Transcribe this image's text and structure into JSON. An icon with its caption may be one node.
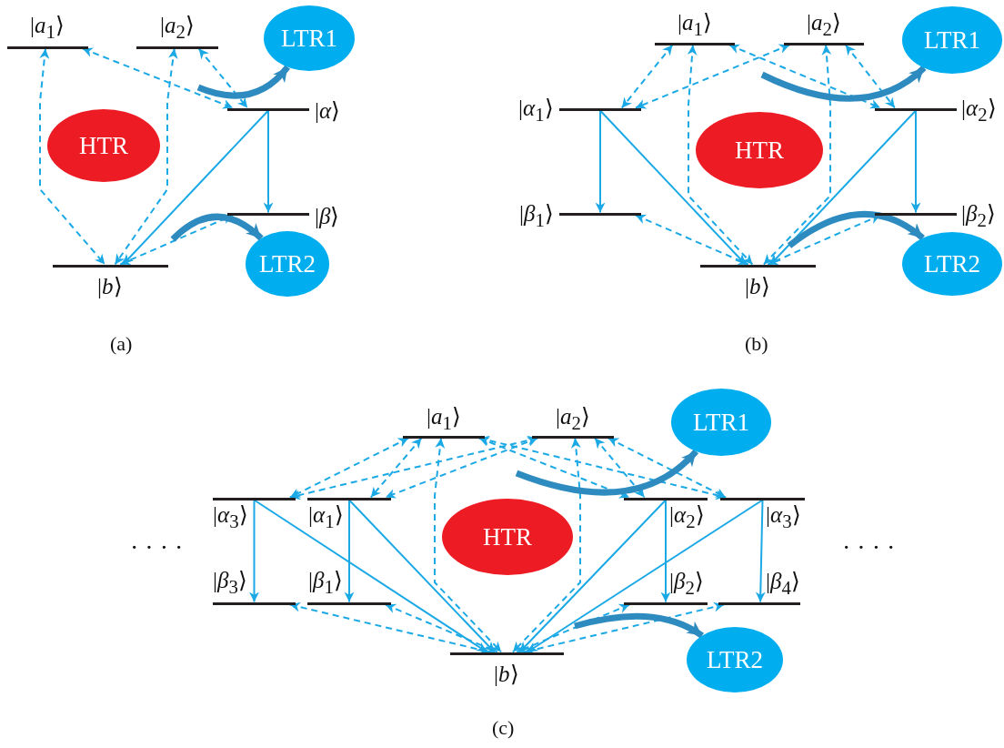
{
  "diagram": {
    "nodes": [
      {
        "text": [
          "|*a*$_{1}$⟩"
        ]
      },
      {
        "text": [
          "|*a*$_{2}$⟩"
        ]
      },
      {
        "text": [
          "LTR1"
        ]
      },
      {
        "text": [
          "|*α*⟩"
        ]
      },
      {
        "text": [
          "HTR"
        ]
      },
      {
        "text": [
          "|*β*⟩"
        ]
      },
      {
        "text": [
          "|*b*⟩"
        ]
      },
      {
        "text": [
          "LTR2"
        ]
      },
      {
        "text": [
          "|*a*$_{1}$⟩"
        ]
      },
      {
        "text": [
          "|*a*$_{2}$⟩"
        ]
      },
      {
        "text": [
          "LTR1"
        ]
      },
      {
        "text": [
          "|*α*$_{1}$⟩"
        ]
      },
      {
        "text": [
          "|*α*$_{2}$⟩"
        ]
      },
      {
        "text": [
          "HTR"
        ]
      },
      {
        "text": [
          "|*β*$_{1}$⟩"
        ]
      },
      {
        "text": [
          "|*β*$_{2}$⟩"
        ]
      },
      {
        "text": [
          "|*b*⟩"
        ]
      },
      {
        "text": [
          "LTR2"
        ]
      },
      {
        "text": [
          "|*a*$_{1}$⟩"
        ]
      },
      {
        "text": [
          "|*a*$_{2}$⟩"
        ]
      },
      {
        "text": [
          "LTR1"
        ]
      },
      {
        "text": [
          "|*α*$_{3}$⟩"
        ]
      },
      {
        "text": [
          "|*α*$_{1}$⟩"
        ]
      },
      {
        "text": [
          "|*α*$_{2}$⟩"
        ]
      },
      {
        "text": [
          "|*α*$_{3}$⟩"
        ]
      },
      {
        "text": [
          "HTR"
        ]
      },
      {
        "text": [
          "|*β*$_{3}$⟩"
        ]
      },
      {
        "text": [
          "|*β*$_{1}$⟩"
        ]
      },
      {
        "text": [
          "|*β*$_{2}$⟩"
        ]
      },
      {
        "text": [
          "|*β*$_{4}$⟩"
        ]
      },
      {
        "text": [
          "|*b*⟩"
        ]
      },
      {
        "text": [
          "LTR2"
        ]
      }
    ],
    "edges": [
      {
        "from": 0,
        "to": 6,
        "arrow": "both",
        "style": "dashed"
      },
      {
        "from": 1,
        "to": 6,
        "arrow": "both",
        "style": "dashed"
      },
      {
        "from": 0,
        "to": 3,
        "arrow": "both",
        "style": "dashed"
      },
      {
        "from": 1,
        "to": 3,
        "arrow": "both",
        "style": "dashed"
      },
      {
        "from": 6,
        "to": 5,
        "arrow": "both",
        "style": "dashed"
      },
      {
        "from": 3,
        "to": 5,
        "arrow": "to"
      },
      {
        "from": 3,
        "to": 6,
        "arrow": "to"
      },
      {
        "from": null,
        "to": 2,
        "arrow": "to",
        "style": "thick",
        "color": "#2e8bc0"
      },
      {
        "from": null,
        "to": 7,
        "arrow": "to",
        "style": "thick",
        "color": "#2e8bc0"
      },
      {
        "from": 8,
        "to": 11,
        "arrow": "both",
        "style": "dashed"
      },
      {
        "from": 8,
        "to": 12,
        "arrow": "both",
        "style": "dashed"
      },
      {
        "from": 9,
        "to": 11,
        "arrow": "both",
        "style": "dashed"
      },
      {
        "from": 9,
        "to": 12,
        "arrow": "both",
        "style": "dashed"
      },
      {
        "from": 8,
        "to": 16,
        "arrow": "both",
        "style": "dashed"
      },
      {
        "from": 9,
        "to": 16,
        "arrow": "both",
        "style": "dashed"
      },
      {
        "from": 14,
        "to": 16,
        "arrow": "both",
        "style": "dashed"
      },
      {
        "from": 15,
        "to": 16,
        "arrow": "both",
        "style": "dashed"
      },
      {
        "from": 11,
        "to": 14,
        "arrow": "to"
      },
      {
        "from": 11,
        "to": 16,
        "arrow": "to"
      },
      {
        "from": 12,
        "to": 15,
        "arrow": "to"
      },
      {
        "from": 12,
        "to": 16,
        "arrow": "to"
      },
      {
        "from": null,
        "to": 10,
        "arrow": "to",
        "style": "thick",
        "color": "#2e8bc0"
      },
      {
        "from": null,
        "to": 17,
        "arrow": "to",
        "style": "thick",
        "color": "#2e8bc0"
      },
      {
        "from": 18,
        "to": 21,
        "arrow": "both",
        "style": "dashed"
      },
      {
        "from": 18,
        "to": 22,
        "arrow": "both",
        "style": "dashed"
      },
      {
        "from": 18,
        "to": 23,
        "arrow": "both",
        "style": "dashed"
      },
      {
        "from": 18,
        "to": 24,
        "arrow": "both",
        "style": "dashed"
      },
      {
        "from": 19,
        "to": 21,
        "arrow": "both",
        "style": "dashed"
      },
      {
        "from": 19,
        "to": 22,
        "arrow": "both",
        "style": "dashed"
      },
      {
        "from": 19,
        "to": 23,
        "arrow": "both",
        "style": "dashed"
      },
      {
        "from": 19,
        "to": 24,
        "arrow": "both",
        "style": "dashed"
      },
      {
        "from": 18,
        "to": 30,
        "arrow": "both",
        "style": "dashed"
      },
      {
        "from": 19,
        "to": 30,
        "arrow": "both",
        "style": "dashed"
      },
      {
        "from": 26,
        "to": 30,
        "arrow": "both",
        "style": "dashed"
      },
      {
        "from": 27,
        "to": 30,
        "arrow": "both",
        "style": "dashed"
      },
      {
        "from": 28,
        "to": 30,
        "arrow": "both",
        "style": "dashed"
      },
      {
        "from": 29,
        "to": 30,
        "arrow": "both",
        "style": "dashed"
      },
      {
        "from": 21,
        "to": 26,
        "arrow": "to"
      },
      {
        "from": 21,
        "to": 30,
        "arrow": "to"
      },
      {
        "from": 22,
        "to": 27,
        "arrow": "to"
      },
      {
        "from": 22,
        "to": 30,
        "arrow": "to"
      },
      {
        "from": 23,
        "to": 28,
        "arrow": "to"
      },
      {
        "from": 23,
        "to": 30,
        "arrow": "to"
      },
      {
        "from": 24,
        "to": 29,
        "arrow": "to"
      },
      {
        "from": 24,
        "to": 30,
        "arrow": "to"
      },
      {
        "from": null,
        "to": 20,
        "arrow": "to",
        "style": "thick",
        "color": "#2e8bc0"
      },
      {
        "from": null,
        "to": 31,
        "arrow": "to",
        "style": "thick",
        "color": "#2e8bc0"
      }
    ],
    "labels": [
      "(a)",
      "(b)",
      "· · · ·",
      "· · · ·",
      "(c)"
    ]
  }
}
